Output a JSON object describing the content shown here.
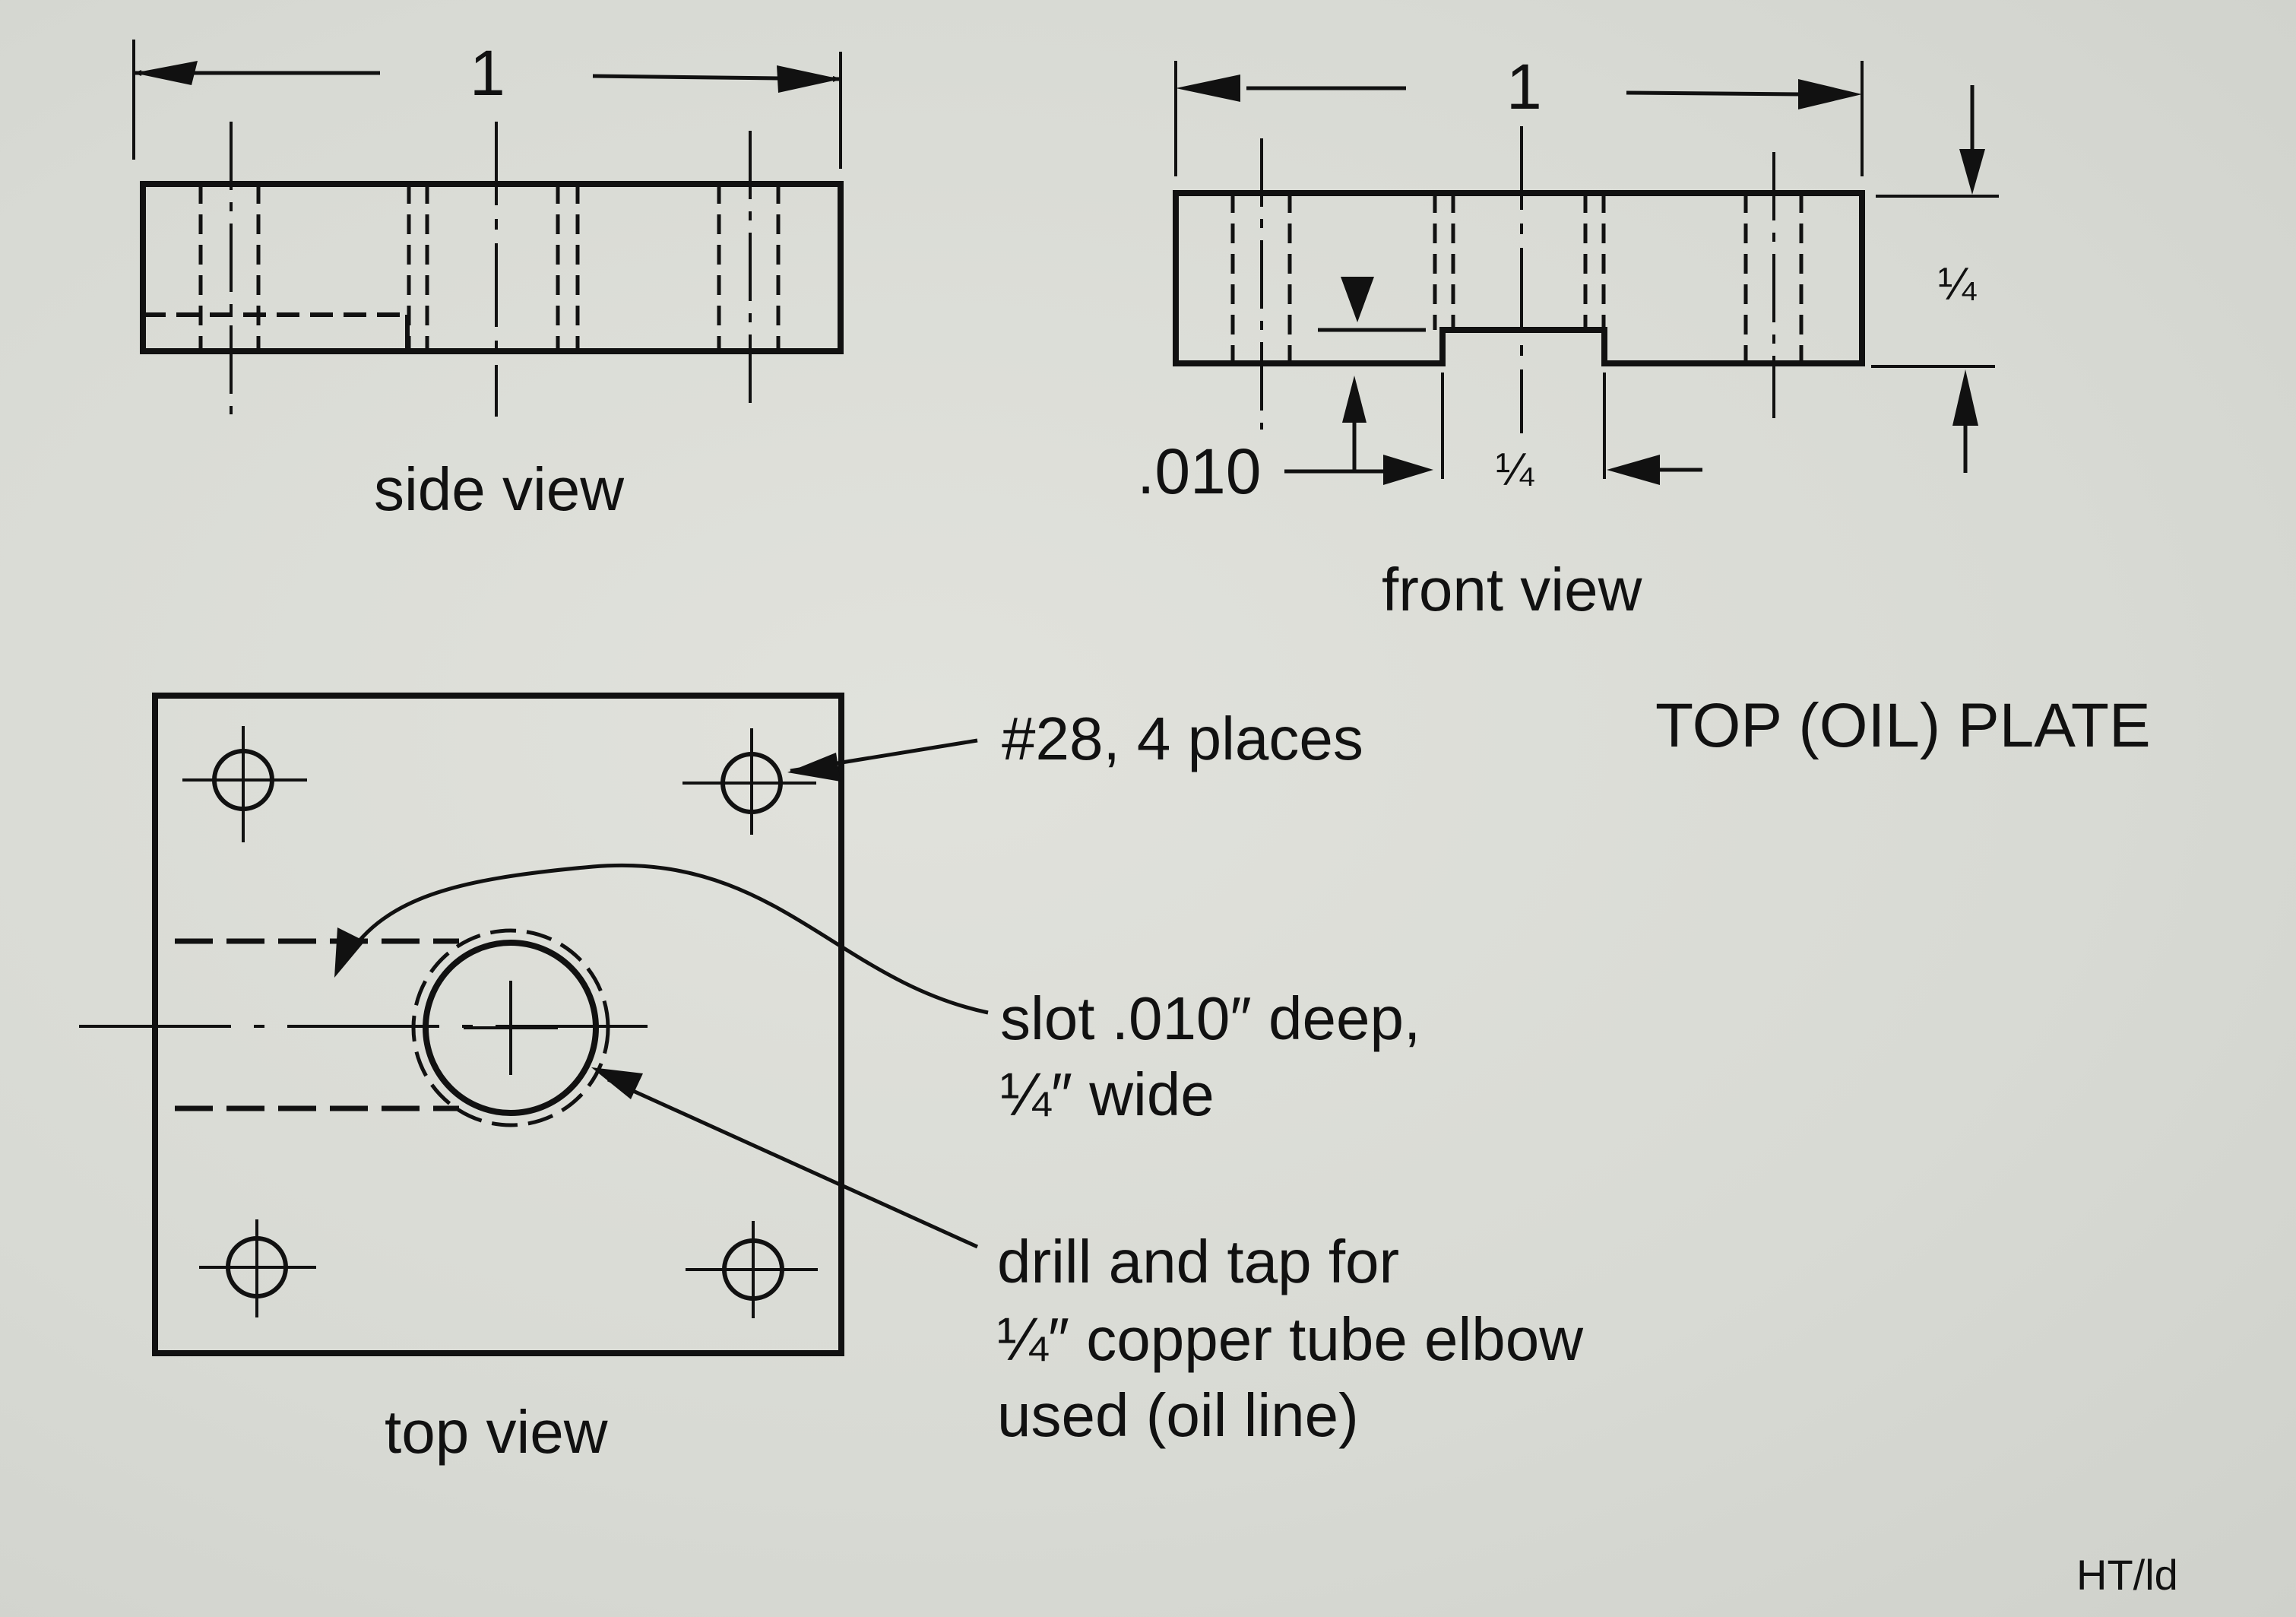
{
  "title": "TOP (OIL) PLATE",
  "initials": "HT/ld",
  "views": {
    "side": {
      "caption": "side view",
      "width_dim": "1"
    },
    "front": {
      "caption": "front view",
      "width_dim": "1",
      "height_dim": "¼",
      "slot_depth_dim": ".010",
      "slot_width_dim": "¼"
    },
    "top": {
      "caption": "top view"
    }
  },
  "notes": {
    "holes": "#28, 4 places",
    "slot_line1": "slot .010″ deep,",
    "slot_line2": "¼″ wide",
    "tap_line1": "drill and tap for",
    "tap_line2": "¼″ copper tube elbow",
    "tap_line3": "used (oil line)"
  }
}
